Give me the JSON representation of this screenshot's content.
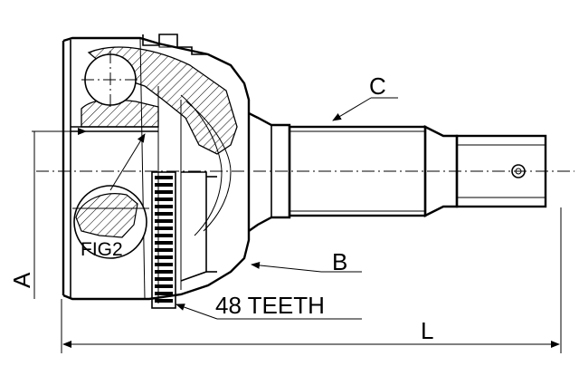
{
  "labels": {
    "a": "A",
    "b": "B",
    "c": "C",
    "l": "L",
    "fig2": "FIG2",
    "teeth": "48 TEETH"
  }
}
